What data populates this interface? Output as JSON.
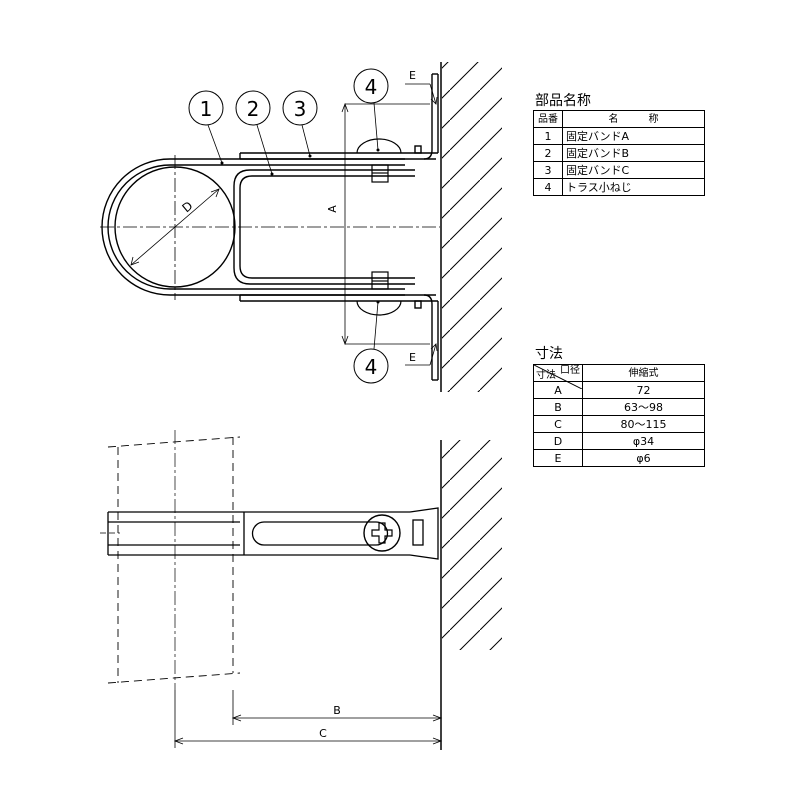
{
  "callouts": {
    "c1": "1",
    "c2": "2",
    "c3": "3",
    "c4_top": "4",
    "c4_bottom": "4"
  },
  "dim_labels": {
    "A": "A",
    "B": "B",
    "C": "C",
    "D": "D",
    "E_top": "E",
    "E_bottom": "E"
  },
  "parts": {
    "caption": "部品名称",
    "header_no": "品番",
    "header_name": "名　　　称",
    "rows": [
      {
        "no": "1",
        "name": "固定バンドA"
      },
      {
        "no": "2",
        "name": "固定バンドB"
      },
      {
        "no": "3",
        "name": "固定バンドC"
      },
      {
        "no": "4",
        "name": "トラス小ねじ"
      }
    ]
  },
  "dimensions": {
    "caption": "寸法",
    "corner_top": "口径",
    "corner_bottom": "寸法",
    "header": "伸縮式",
    "rows": [
      {
        "key": "A",
        "value": "72"
      },
      {
        "key": "B",
        "value": "63～98"
      },
      {
        "key": "C",
        "value": "80～115"
      },
      {
        "key": "D",
        "value": "φ34"
      },
      {
        "key": "E",
        "value": "φ6"
      }
    ]
  }
}
